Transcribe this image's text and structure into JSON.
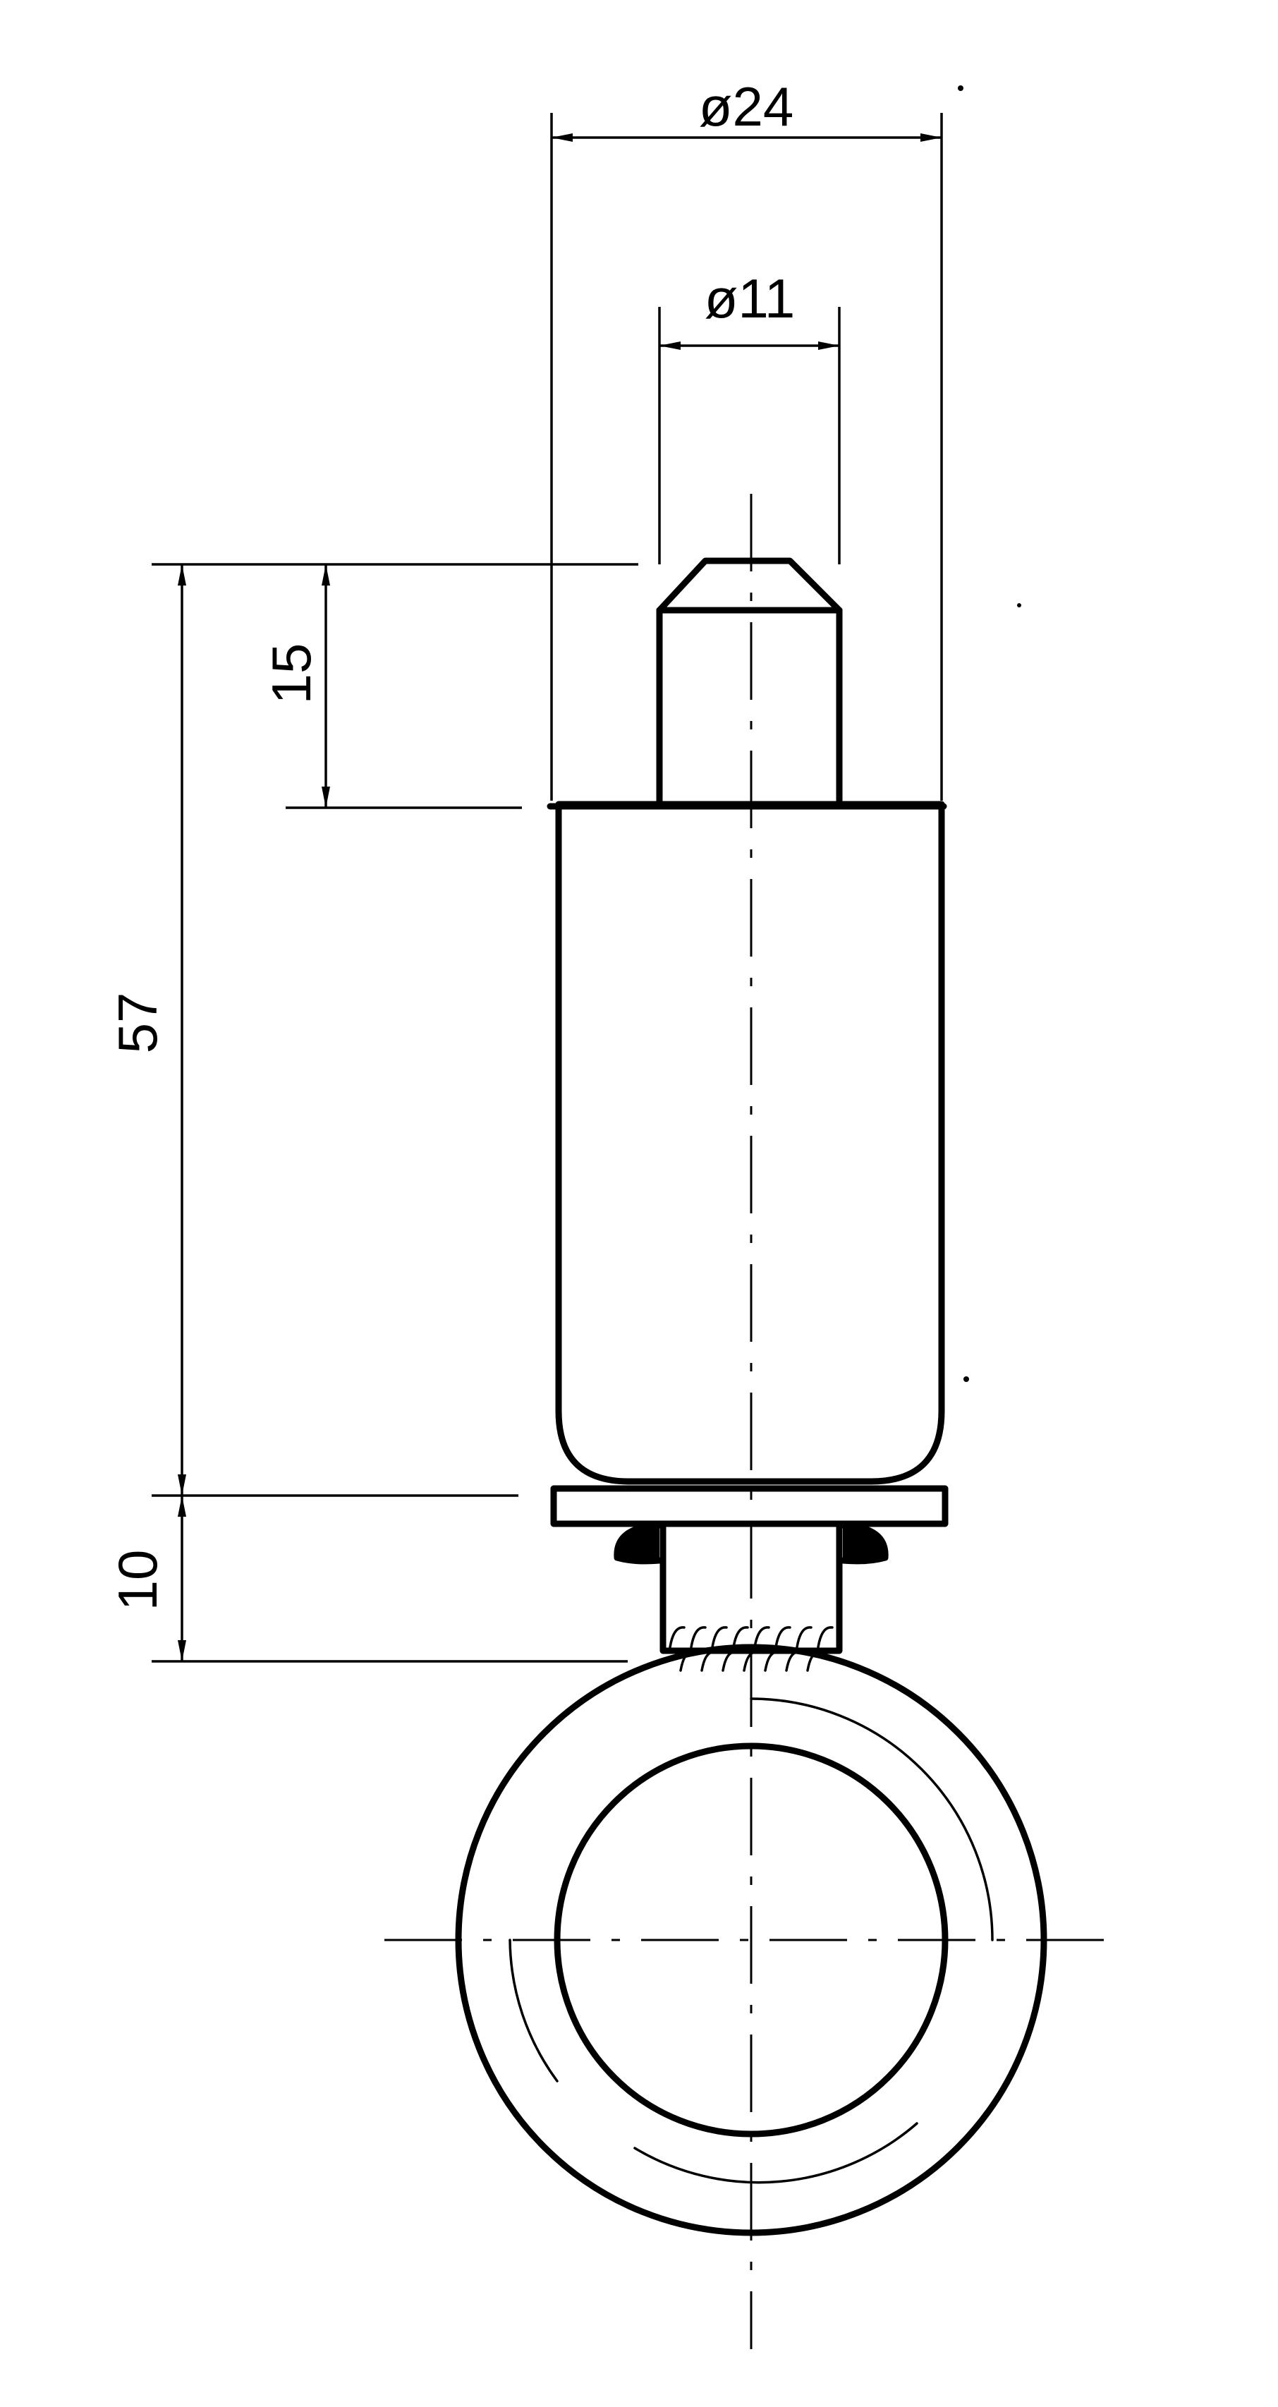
{
  "drawing": {
    "dimensions": {
      "outer_diameter": "ø24",
      "pin_diameter": "ø11",
      "pin_length": "15",
      "body_length": "57",
      "collar_length": "10"
    },
    "colors": {
      "line": "#000000",
      "background": "#ffffff"
    }
  }
}
